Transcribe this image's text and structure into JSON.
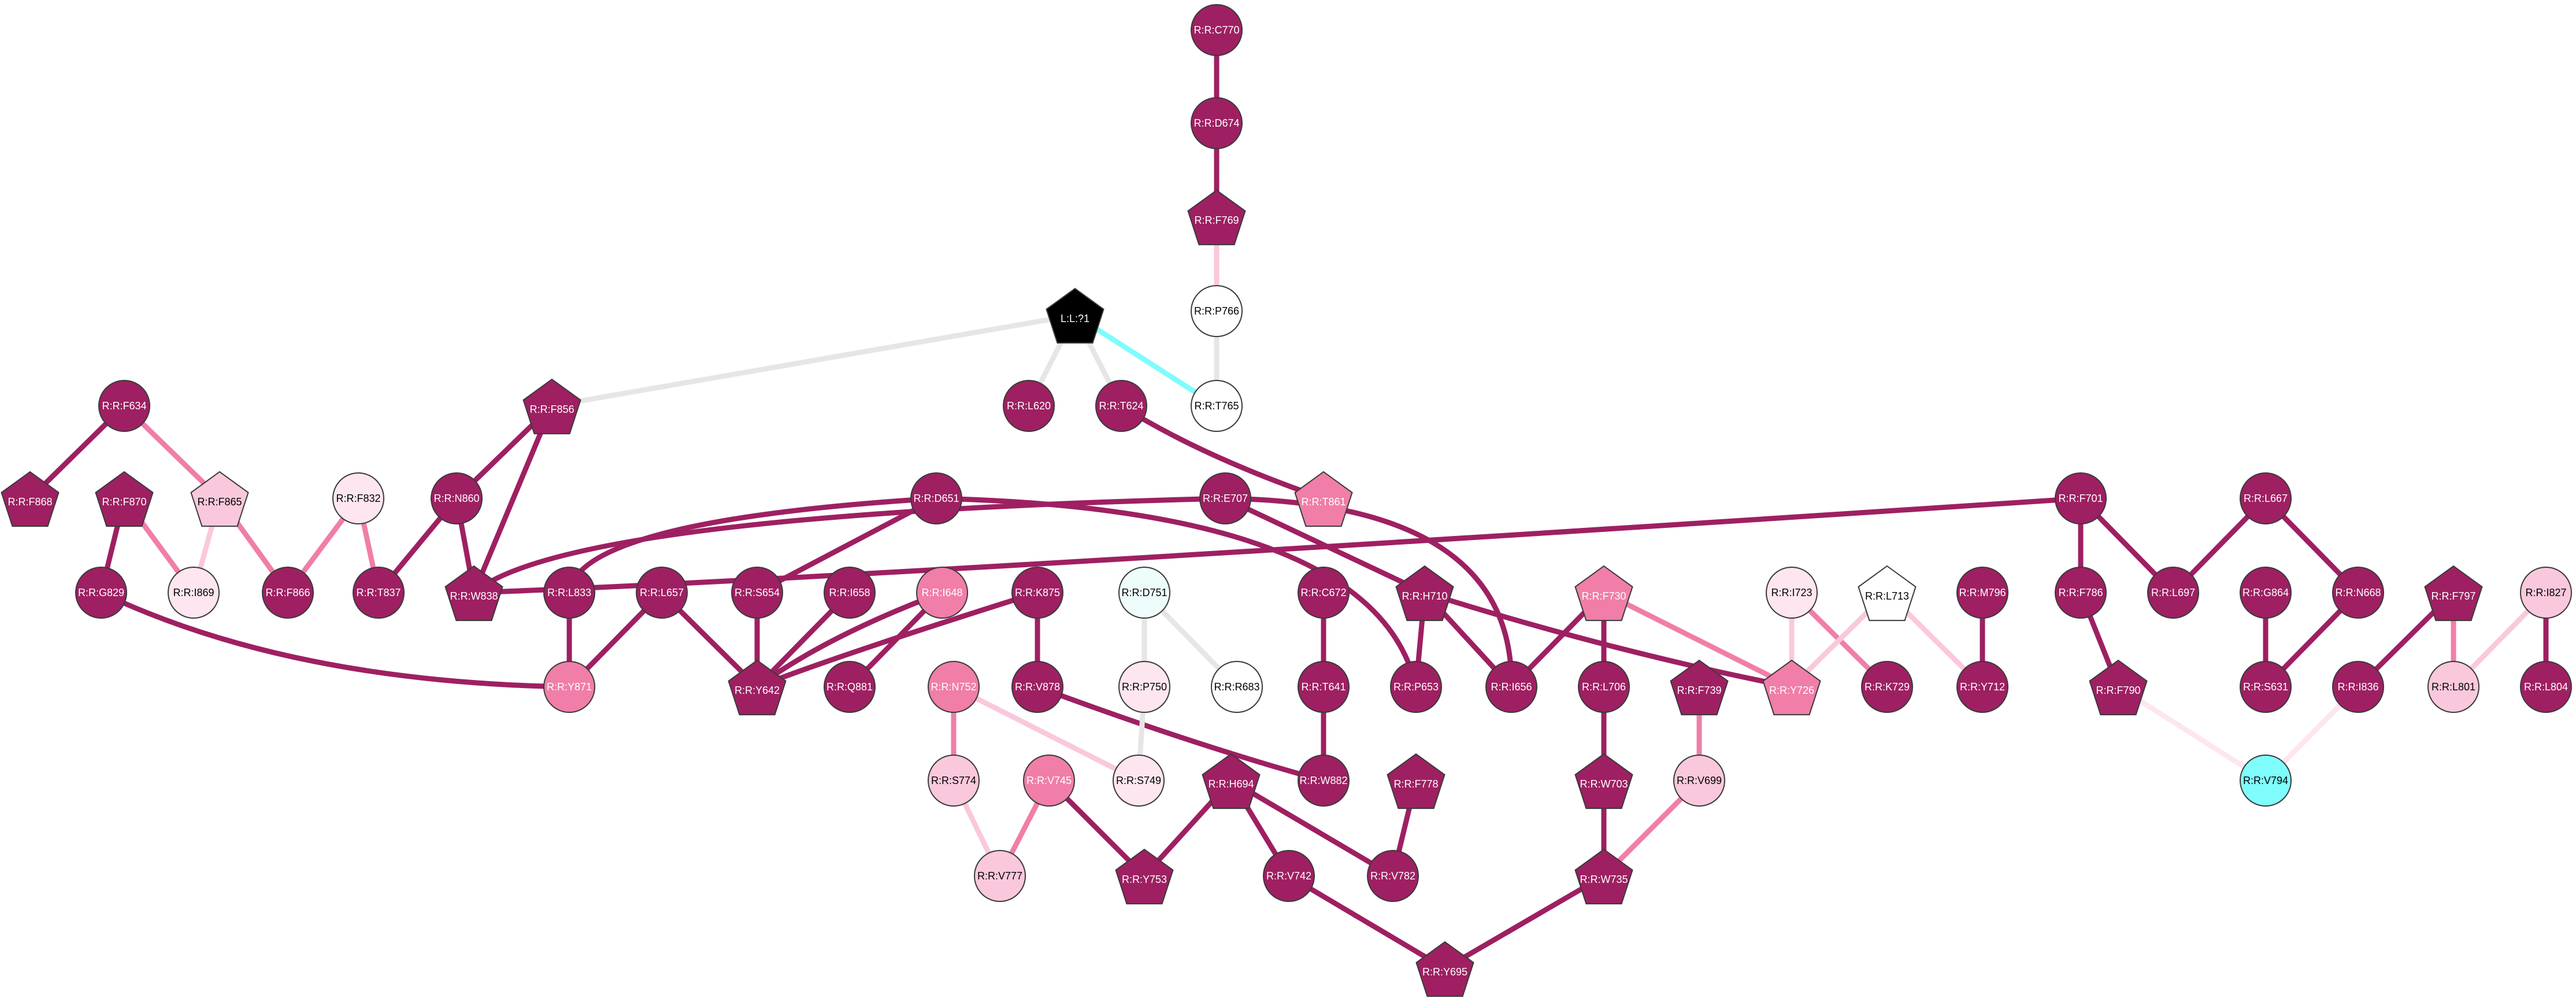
{
  "colors": {
    "dark": "#9e2062",
    "mid": "#f07ea8",
    "light": "#fac8dc",
    "pale": "#fde6ef",
    "white": "#ffffff",
    "black": "#000000",
    "cyan": "#7ffcfc",
    "pale_cyan": "#eefcfc",
    "edge_gray": "#e6e6e6"
  },
  "nodes": [
    {
      "id": "C770",
      "label": "R:R:C770",
      "shape": "circle",
      "fill": "dark"
    },
    {
      "id": "D674",
      "label": "R:R:D674",
      "shape": "circle",
      "fill": "dark"
    },
    {
      "id": "F769",
      "label": "R:R:F769",
      "shape": "pentagon",
      "fill": "dark"
    },
    {
      "id": "P766",
      "label": "R:R:P766",
      "shape": "circle",
      "fill": "white"
    },
    {
      "id": "T765",
      "label": "R:R:T765",
      "shape": "circle",
      "fill": "white"
    },
    {
      "id": "L1",
      "label": "L:L:?1",
      "shape": "pentagon",
      "fill": "black"
    },
    {
      "id": "L620",
      "label": "R:R:L620",
      "shape": "circle",
      "fill": "dark"
    },
    {
      "id": "T624",
      "label": "R:R:T624",
      "shape": "circle",
      "fill": "dark"
    },
    {
      "id": "T861",
      "label": "R:R:T861",
      "shape": "pentagon",
      "fill": "mid"
    },
    {
      "id": "F856",
      "label": "R:R:F856",
      "shape": "pentagon",
      "fill": "dark"
    },
    {
      "id": "F634",
      "label": "R:R:F634",
      "shape": "circle",
      "fill": "dark"
    },
    {
      "id": "F868",
      "label": "R:R:F868",
      "shape": "pentagon",
      "fill": "dark"
    },
    {
      "id": "F870",
      "label": "R:R:F870",
      "shape": "pentagon",
      "fill": "dark"
    },
    {
      "id": "F865",
      "label": "R:R:F865",
      "shape": "pentagon",
      "fill": "light"
    },
    {
      "id": "F832",
      "label": "R:R:F832",
      "shape": "circle",
      "fill": "pale"
    },
    {
      "id": "N860",
      "label": "R:R:N860",
      "shape": "circle",
      "fill": "dark"
    },
    {
      "id": "G829",
      "label": "R:R:G829",
      "shape": "circle",
      "fill": "dark"
    },
    {
      "id": "I869",
      "label": "R:R:I869",
      "shape": "circle",
      "fill": "pale"
    },
    {
      "id": "F866",
      "label": "R:R:F866",
      "shape": "circle",
      "fill": "dark"
    },
    {
      "id": "T837",
      "label": "R:R:T837",
      "shape": "circle",
      "fill": "dark"
    },
    {
      "id": "W838",
      "label": "R:R:W838",
      "shape": "pentagon",
      "fill": "dark"
    },
    {
      "id": "D651",
      "label": "R:R:D651",
      "shape": "circle",
      "fill": "dark"
    },
    {
      "id": "E707",
      "label": "R:R:E707",
      "shape": "circle",
      "fill": "dark"
    },
    {
      "id": "L833",
      "label": "R:R:L833",
      "shape": "circle",
      "fill": "dark"
    },
    {
      "id": "L657",
      "label": "R:R:L657",
      "shape": "circle",
      "fill": "dark"
    },
    {
      "id": "S654",
      "label": "R:R:S654",
      "shape": "circle",
      "fill": "dark"
    },
    {
      "id": "I658",
      "label": "R:R:I658",
      "shape": "circle",
      "fill": "dark"
    },
    {
      "id": "I648",
      "label": "R:R:I648",
      "shape": "circle",
      "fill": "mid"
    },
    {
      "id": "K875",
      "label": "R:R:K875",
      "shape": "circle",
      "fill": "dark"
    },
    {
      "id": "Y871",
      "label": "R:R:Y871",
      "shape": "circle",
      "fill": "mid"
    },
    {
      "id": "Y642",
      "label": "R:R:Y642",
      "shape": "pentagon",
      "fill": "dark"
    },
    {
      "id": "Q881",
      "label": "R:R:Q881",
      "shape": "circle",
      "fill": "dark"
    },
    {
      "id": "V878",
      "label": "R:R:V878",
      "shape": "circle",
      "fill": "dark"
    },
    {
      "id": "D751",
      "label": "R:R:D751",
      "shape": "circle",
      "fill": "pale_cyan"
    },
    {
      "id": "P750",
      "label": "R:R:P750",
      "shape": "circle",
      "fill": "pale"
    },
    {
      "id": "R683",
      "label": "R:R:R683",
      "shape": "circle",
      "fill": "white"
    },
    {
      "id": "C672",
      "label": "R:R:C672",
      "shape": "circle",
      "fill": "dark"
    },
    {
      "id": "T641",
      "label": "R:R:T641",
      "shape": "circle",
      "fill": "dark"
    },
    {
      "id": "W882",
      "label": "R:R:W882",
      "shape": "circle",
      "fill": "dark"
    },
    {
      "id": "N752",
      "label": "R:R:N752",
      "shape": "circle",
      "fill": "mid"
    },
    {
      "id": "S774",
      "label": "R:R:S774",
      "shape": "circle",
      "fill": "light"
    },
    {
      "id": "S749",
      "label": "R:R:S749",
      "shape": "circle",
      "fill": "pale"
    },
    {
      "id": "V745",
      "label": "R:R:V745",
      "shape": "circle",
      "fill": "mid"
    },
    {
      "id": "V777",
      "label": "R:R:V777",
      "shape": "circle",
      "fill": "light"
    },
    {
      "id": "Y753",
      "label": "R:R:Y753",
      "shape": "pentagon",
      "fill": "dark"
    },
    {
      "id": "H694",
      "label": "R:R:H694",
      "shape": "pentagon",
      "fill": "dark"
    },
    {
      "id": "V742",
      "label": "R:R:V742",
      "shape": "circle",
      "fill": "dark"
    },
    {
      "id": "V782",
      "label": "R:R:V782",
      "shape": "circle",
      "fill": "dark"
    },
    {
      "id": "F778",
      "label": "R:R:F778",
      "shape": "pentagon",
      "fill": "dark"
    },
    {
      "id": "Y695",
      "label": "R:R:Y695",
      "shape": "pentagon",
      "fill": "dark"
    },
    {
      "id": "H710",
      "label": "R:R:H710",
      "shape": "pentagon",
      "fill": "dark"
    },
    {
      "id": "P653",
      "label": "R:R:P653",
      "shape": "circle",
      "fill": "dark"
    },
    {
      "id": "I656",
      "label": "R:R:I656",
      "shape": "circle",
      "fill": "dark"
    },
    {
      "id": "F730",
      "label": "R:R:F730",
      "shape": "pentagon",
      "fill": "mid"
    },
    {
      "id": "L706",
      "label": "R:R:L706",
      "shape": "circle",
      "fill": "dark"
    },
    {
      "id": "W703",
      "label": "R:R:W703",
      "shape": "pentagon",
      "fill": "dark"
    },
    {
      "id": "F739",
      "label": "R:R:F739",
      "shape": "pentagon",
      "fill": "dark"
    },
    {
      "id": "V699",
      "label": "R:R:V699",
      "shape": "circle",
      "fill": "light"
    },
    {
      "id": "W735",
      "label": "R:R:W735",
      "shape": "pentagon",
      "fill": "dark"
    },
    {
      "id": "I723",
      "label": "R:R:I723",
      "shape": "circle",
      "fill": "pale"
    },
    {
      "id": "L713",
      "label": "R:R:L713",
      "shape": "pentagon",
      "fill": "white"
    },
    {
      "id": "M796",
      "label": "R:R:M796",
      "shape": "circle",
      "fill": "dark"
    },
    {
      "id": "Y726",
      "label": "R:R:Y726",
      "shape": "pentagon",
      "fill": "mid"
    },
    {
      "id": "K729",
      "label": "R:R:K729",
      "shape": "circle",
      "fill": "dark"
    },
    {
      "id": "Y712",
      "label": "R:R:Y712",
      "shape": "circle",
      "fill": "dark"
    },
    {
      "id": "F701",
      "label": "R:R:F701",
      "shape": "circle",
      "fill": "dark"
    },
    {
      "id": "F786",
      "label": "R:R:F786",
      "shape": "circle",
      "fill": "dark"
    },
    {
      "id": "F790",
      "label": "R:R:F790",
      "shape": "pentagon",
      "fill": "dark"
    },
    {
      "id": "L667",
      "label": "R:R:L667",
      "shape": "circle",
      "fill": "dark"
    },
    {
      "id": "L697",
      "label": "R:R:L697",
      "shape": "circle",
      "fill": "dark"
    },
    {
      "id": "G864",
      "label": "R:R:G864",
      "shape": "circle",
      "fill": "dark"
    },
    {
      "id": "N668",
      "label": "R:R:N668",
      "shape": "circle",
      "fill": "dark"
    },
    {
      "id": "S631",
      "label": "R:R:S631",
      "shape": "circle",
      "fill": "dark"
    },
    {
      "id": "F797",
      "label": "R:R:F797",
      "shape": "pentagon",
      "fill": "dark"
    },
    {
      "id": "I827",
      "label": "R:R:I827",
      "shape": "circle",
      "fill": "light"
    },
    {
      "id": "I836",
      "label": "R:R:I836",
      "shape": "circle",
      "fill": "dark"
    },
    {
      "id": "L801",
      "label": "R:R:L801",
      "shape": "circle",
      "fill": "light"
    },
    {
      "id": "L804",
      "label": "R:R:L804",
      "shape": "circle",
      "fill": "dark"
    },
    {
      "id": "V794",
      "label": "R:R:V794",
      "shape": "circle",
      "fill": "cyan"
    }
  ],
  "edges": [
    {
      "from": "C770",
      "to": "D674",
      "color": "dark"
    },
    {
      "from": "D674",
      "to": "F769",
      "color": "dark"
    },
    {
      "from": "F769",
      "to": "P766",
      "color": "light"
    },
    {
      "from": "P766",
      "to": "T765",
      "color": "edge_gray"
    },
    {
      "from": "L1",
      "to": "F856",
      "color": "edge_gray"
    },
    {
      "from": "L1",
      "to": "L620",
      "color": "edge_gray"
    },
    {
      "from": "L1",
      "to": "T624",
      "color": "edge_gray"
    },
    {
      "from": "L1",
      "to": "T765",
      "color": "cyan"
    },
    {
      "from": "T624",
      "to": "T861",
      "color": "dark"
    },
    {
      "from": "F856",
      "to": "N860",
      "color": "dark"
    },
    {
      "from": "F856",
      "to": "W838",
      "color": "dark"
    },
    {
      "from": "F634",
      "to": "F868",
      "color": "dark"
    },
    {
      "from": "F634",
      "to": "F865",
      "color": "mid"
    },
    {
      "from": "F870",
      "to": "G829",
      "color": "dark"
    },
    {
      "from": "F870",
      "to": "I869",
      "color": "mid"
    },
    {
      "from": "F865",
      "to": "I869",
      "color": "light"
    },
    {
      "from": "F865",
      "to": "F866",
      "color": "mid"
    },
    {
      "from": "F832",
      "to": "F866",
      "color": "mid"
    },
    {
      "from": "F832",
      "to": "T837",
      "color": "mid"
    },
    {
      "from": "N860",
      "to": "T837",
      "color": "dark"
    },
    {
      "from": "N860",
      "to": "W838",
      "color": "dark"
    },
    {
      "from": "G829",
      "to": "Y871",
      "color": "dark"
    },
    {
      "from": "E707",
      "to": "W838",
      "color": "dark"
    },
    {
      "from": "F701",
      "to": "W838",
      "color": "dark"
    },
    {
      "from": "D651",
      "to": "L833",
      "color": "dark"
    },
    {
      "from": "D651",
      "to": "S654",
      "color": "dark"
    },
    {
      "from": "D651",
      "to": "P653",
      "color": "dark"
    },
    {
      "from": "E707",
      "to": "H710",
      "color": "dark"
    },
    {
      "from": "E707",
      "to": "I656",
      "color": "dark"
    },
    {
      "from": "L833",
      "to": "Y871",
      "color": "dark"
    },
    {
      "from": "L657",
      "to": "Y871",
      "color": "dark"
    },
    {
      "from": "L657",
      "to": "Y642",
      "color": "dark"
    },
    {
      "from": "S654",
      "to": "Y642",
      "color": "dark"
    },
    {
      "from": "I658",
      "to": "Y642",
      "color": "dark"
    },
    {
      "from": "I648",
      "to": "Y642",
      "color": "dark"
    },
    {
      "from": "I648",
      "to": "Q881",
      "color": "dark"
    },
    {
      "from": "K875",
      "to": "Y642",
      "color": "dark"
    },
    {
      "from": "K875",
      "to": "V878",
      "color": "dark"
    },
    {
      "from": "V878",
      "to": "W882",
      "color": "dark"
    },
    {
      "from": "C672",
      "to": "T641",
      "color": "dark"
    },
    {
      "from": "T641",
      "to": "W882",
      "color": "dark"
    },
    {
      "from": "D751",
      "to": "P750",
      "color": "edge_gray"
    },
    {
      "from": "D751",
      "to": "R683",
      "color": "edge_gray"
    },
    {
      "from": "P750",
      "to": "S749",
      "color": "edge_gray"
    },
    {
      "from": "N752",
      "to": "S774",
      "color": "mid"
    },
    {
      "from": "N752",
      "to": "S749",
      "color": "light"
    },
    {
      "from": "S774",
      "to": "V777",
      "color": "light"
    },
    {
      "from": "V745",
      "to": "V777",
      "color": "mid"
    },
    {
      "from": "V745",
      "to": "Y753",
      "color": "dark"
    },
    {
      "from": "H694",
      "to": "Y753",
      "color": "dark"
    },
    {
      "from": "H694",
      "to": "V742",
      "color": "dark"
    },
    {
      "from": "H694",
      "to": "V782",
      "color": "dark"
    },
    {
      "from": "F778",
      "to": "V782",
      "color": "dark"
    },
    {
      "from": "V742",
      "to": "Y695",
      "color": "dark"
    },
    {
      "from": "W735",
      "to": "Y695",
      "color": "dark"
    },
    {
      "from": "H710",
      "to": "P653",
      "color": "dark"
    },
    {
      "from": "H710",
      "to": "I656",
      "color": "dark"
    },
    {
      "from": "H710",
      "to": "Y726",
      "color": "dark"
    },
    {
      "from": "F730",
      "to": "I656",
      "color": "dark"
    },
    {
      "from": "F730",
      "to": "L706",
      "color": "dark"
    },
    {
      "from": "F730",
      "to": "Y726",
      "color": "mid"
    },
    {
      "from": "L706",
      "to": "W703",
      "color": "dark"
    },
    {
      "from": "W703",
      "to": "W735",
      "color": "dark"
    },
    {
      "from": "F739",
      "to": "V699",
      "color": "mid"
    },
    {
      "from": "V699",
      "to": "W735",
      "color": "mid"
    },
    {
      "from": "I723",
      "to": "Y726",
      "color": "light"
    },
    {
      "from": "I723",
      "to": "K729",
      "color": "mid"
    },
    {
      "from": "L713",
      "to": "Y726",
      "color": "light"
    },
    {
      "from": "L713",
      "to": "Y712",
      "color": "light"
    },
    {
      "from": "M796",
      "to": "Y712",
      "color": "dark"
    },
    {
      "from": "F701",
      "to": "F786",
      "color": "dark"
    },
    {
      "from": "F701",
      "to": "L697",
      "color": "dark"
    },
    {
      "from": "F786",
      "to": "F790",
      "color": "dark"
    },
    {
      "from": "F790",
      "to": "V794",
      "color": "pale"
    },
    {
      "from": "L667",
      "to": "L697",
      "color": "dark"
    },
    {
      "from": "L667",
      "to": "N668",
      "color": "dark"
    },
    {
      "from": "G864",
      "to": "S631",
      "color": "dark"
    },
    {
      "from": "N668",
      "to": "S631",
      "color": "dark"
    },
    {
      "from": "F797",
      "to": "I836",
      "color": "dark"
    },
    {
      "from": "F797",
      "to": "L801",
      "color": "mid"
    },
    {
      "from": "I827",
      "to": "L801",
      "color": "light"
    },
    {
      "from": "I827",
      "to": "L804",
      "color": "dark"
    },
    {
      "from": "I836",
      "to": "V794",
      "color": "pale"
    }
  ]
}
